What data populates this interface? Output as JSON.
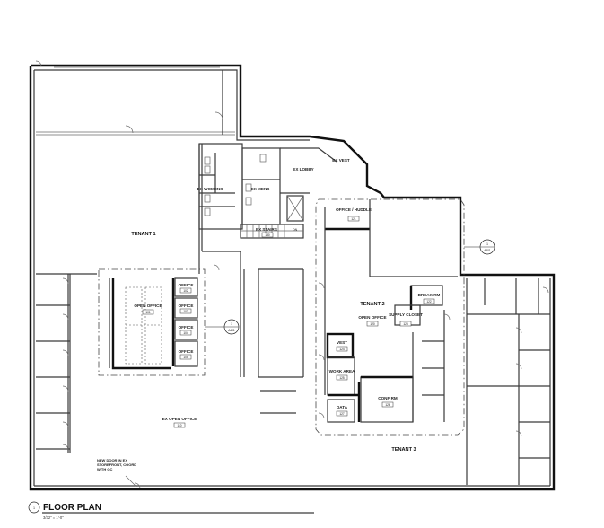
{
  "plan": {
    "title": "FLOOR PLAN",
    "scale": "3/32\" = 1'-0\"",
    "title_marker": "1"
  },
  "tenants": {
    "t1": "TENANT 1",
    "t2": "TENANT 2",
    "t3": "TENANT 3"
  },
  "rooms": {
    "ex_womens": "EX WOMENS",
    "ex_mens": "EX MENS",
    "ex_lobby": "EX LOBBY",
    "ex_vest": "EX VEST",
    "ex_stairs": "EX STAIRS",
    "office_huddle": "OFFICE / HUDDLE",
    "open_office_t1": "OPEN OFFICE",
    "office_a": "OFFICE",
    "office_b": "OFFICE",
    "office_c": "OFFICE",
    "office_d": "OFFICE",
    "open_office_t2": "OPEN OFFICE",
    "supply_closet": "SUPPLY CLOSET",
    "break_rm": "BREAK RM",
    "vest": "VEST",
    "work_area": "WORK AREA",
    "conf_rm": "CONF RM",
    "data": "DATA",
    "ex_open_office": "EX OPEN OFFICE"
  },
  "room_numbers": {
    "r101": "101",
    "r102": "102",
    "r103": "103",
    "r104": "104",
    "r105": "105",
    "r110": "110",
    "r120": "120",
    "r121": "121",
    "r122": "122",
    "r123": "123",
    "r124": "124",
    "r125": "125",
    "r126": "126",
    "r127": "127",
    "r130": "130"
  },
  "notes": {
    "new_door": "NEW DOOR IN EX STOREFRONT, COORD WITH GC",
    "dn": "DN"
  },
  "section_markers": [
    {
      "num": "1",
      "sheet": "A401"
    },
    {
      "num": "1",
      "sheet": "A401"
    }
  ]
}
